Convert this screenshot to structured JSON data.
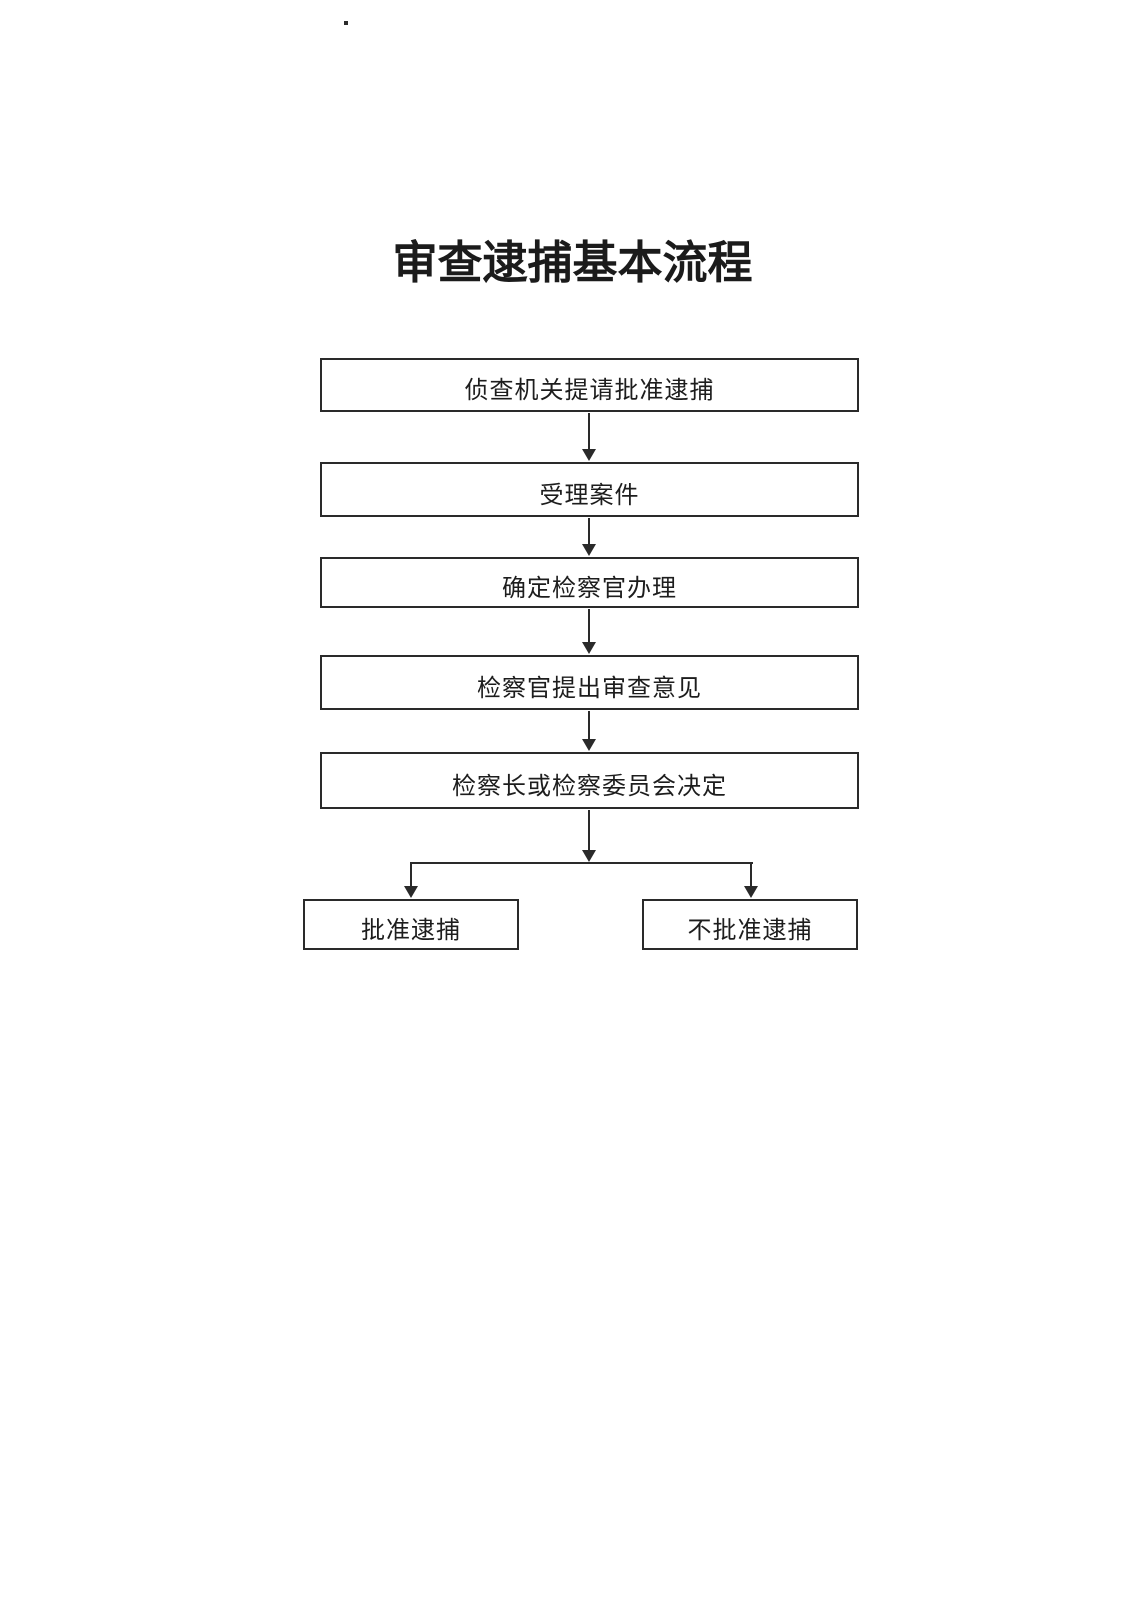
{
  "page": {
    "title": "审查逮捕基本流程"
  },
  "flowchart": {
    "steps": [
      {
        "id": "request-approval",
        "label": "侦查机关提请批准逮捕"
      },
      {
        "id": "accept-case",
        "label": "受理案件"
      },
      {
        "id": "assign-prosecutor",
        "label": "确定检察官办理"
      },
      {
        "id": "review-opinion",
        "label": "检察官提出审查意见"
      },
      {
        "id": "chief-decision",
        "label": "检察长或检察委员会决定"
      }
    ],
    "outcomes": [
      {
        "id": "approve-arrest",
        "label": "批准逮捕"
      },
      {
        "id": "reject-arrest",
        "label": "不批准逮捕"
      }
    ],
    "connectors": {
      "style": "solid-triangle-down-arrows"
    }
  },
  "colors": {
    "line": "#2a2a2a",
    "text": "#1d1d1d",
    "background": "#ffffff"
  }
}
